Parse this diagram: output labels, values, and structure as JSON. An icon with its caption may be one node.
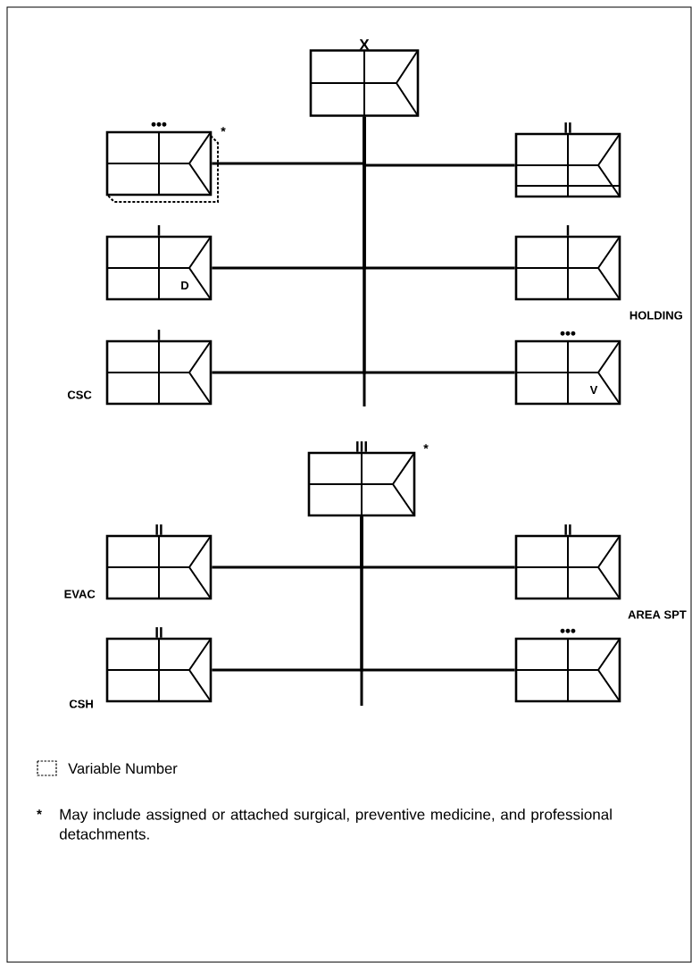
{
  "diagram": {
    "nodes": [
      {
        "text": [],
        "shape": "box",
        "beside": [
          "X"
        ]
      },
      {
        "text": [],
        "shape": "box",
        "beside": [
          "•••",
          "*"
        ]
      },
      {
        "text": [],
        "shape": "box",
        "beside": [
          "II"
        ]
      },
      {
        "text": [
          "D"
        ],
        "beside": [
          "I"
        ]
      },
      {
        "text": [],
        "shape": "box",
        "beside": [
          "I",
          "HOLDING"
        ]
      },
      {
        "text": [],
        "shape": "box",
        "beside": [
          "I",
          "CSC"
        ]
      },
      {
        "text": [
          "V"
        ],
        "beside": [
          "•••"
        ]
      },
      {
        "text": [],
        "shape": "box",
        "beside": [
          "III",
          "*"
        ]
      },
      {
        "text": [],
        "shape": "box",
        "beside": [
          "II",
          "EVAC"
        ]
      },
      {
        "text": [],
        "shape": "box",
        "beside": [
          "II",
          "AREA SPT"
        ]
      },
      {
        "text": [],
        "shape": "box",
        "beside": [
          "II",
          "CSH"
        ]
      },
      {
        "text": [],
        "shape": "box",
        "beside": [
          "•••"
        ]
      }
    ],
    "edges": [
      {
        "from": 0,
        "to": 1,
        "arrow": "none"
      },
      {
        "from": 0,
        "to": 2,
        "arrow": "none"
      },
      {
        "from": 0,
        "to": 3,
        "arrow": "none"
      },
      {
        "from": 0,
        "to": 4,
        "arrow": "none"
      },
      {
        "from": 0,
        "to": 5,
        "arrow": "none"
      },
      {
        "from": 0,
        "to": 6,
        "arrow": "none"
      },
      {
        "from": 7,
        "to": 8,
        "arrow": "none"
      },
      {
        "from": 7,
        "to": 9,
        "arrow": "none"
      },
      {
        "from": 7,
        "to": 10,
        "arrow": "none"
      },
      {
        "from": 7,
        "to": 11,
        "arrow": "none"
      }
    ],
    "labels": [
      "*",
      "May include assigned or attached surgical, preventive medicine, and professional detachments."
    ],
    "legend": [
      {
        "text": "Variable Number"
      }
    ]
  }
}
